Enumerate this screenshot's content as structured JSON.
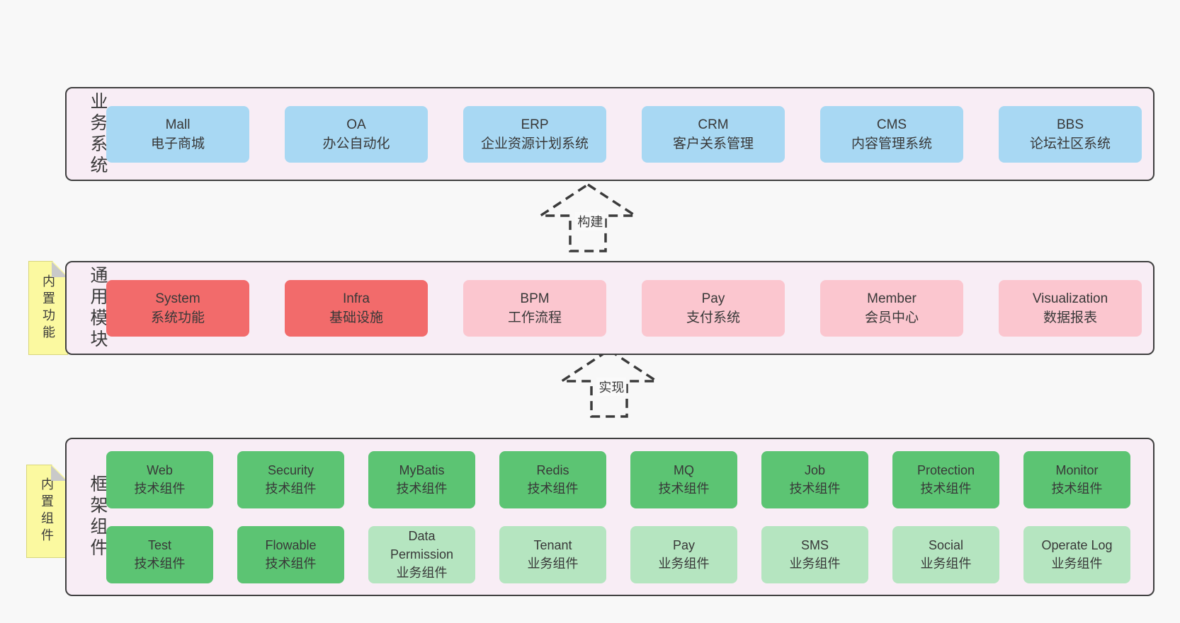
{
  "diagram": {
    "layers": [
      {
        "name": "业务系统",
        "boxes": [
          {
            "en": "Mall",
            "zh": "电子商城"
          },
          {
            "en": "OA",
            "zh": "办公自动化"
          },
          {
            "en": "ERP",
            "zh": "企业资源计划系统"
          },
          {
            "en": "CRM",
            "zh": "客户关系管理"
          },
          {
            "en": "CMS",
            "zh": "内容管理系统"
          },
          {
            "en": "BBS",
            "zh": "论坛社区系统"
          }
        ]
      },
      {
        "name": "通用模块",
        "sticky_note": "内置功能",
        "boxes": [
          {
            "en": "System",
            "zh": "系统功能"
          },
          {
            "en": "Infra",
            "zh": "基础设施"
          },
          {
            "en": "BPM",
            "zh": "工作流程"
          },
          {
            "en": "Pay",
            "zh": "支付系统"
          },
          {
            "en": "Member",
            "zh": "会员中心"
          },
          {
            "en": "Visualization",
            "zh": "数据报表"
          }
        ]
      },
      {
        "name": "框架组件",
        "sticky_note": "内置组件",
        "rows": [
          [
            {
              "en": "Web",
              "zh": "技术组件"
            },
            {
              "en": "Security",
              "zh": "技术组件"
            },
            {
              "en": "MyBatis",
              "zh": "技术组件"
            },
            {
              "en": "Redis",
              "zh": "技术组件"
            },
            {
              "en": "MQ",
              "zh": "技术组件"
            },
            {
              "en": "Job",
              "zh": "技术组件"
            },
            {
              "en": "Protection",
              "zh": "技术组件"
            },
            {
              "en": "Monitor",
              "zh": "技术组件"
            }
          ],
          [
            {
              "en": "Test",
              "zh": "技术组件"
            },
            {
              "en": "Flowable",
              "zh": "技术组件"
            },
            {
              "en": "Data\nPermission",
              "zh": "业务组件"
            },
            {
              "en": "Tenant",
              "zh": "业务组件"
            },
            {
              "en": "Pay",
              "zh": "业务组件"
            },
            {
              "en": "SMS",
              "zh": "业务组件"
            },
            {
              "en": "Social",
              "zh": "业务组件"
            },
            {
              "en": "Operate Log",
              "zh": "业务组件"
            }
          ]
        ]
      }
    ],
    "arrows": [
      {
        "label": "构建"
      },
      {
        "label": "实现"
      }
    ],
    "colors": {
      "page_background": "#f8f8f8",
      "layer_background": "#f8edf5",
      "outline": "#3f3f3f",
      "business_box": "#a8d8f3",
      "core_module_box": "#f26b6b",
      "optional_module_box": "#fbc6cf",
      "tech_component_box": "#5cc473",
      "biz_component_box": "#b5e5c0",
      "sticky_note": "#fbf9a0",
      "sticky_fold": "#c9c9c9"
    }
  }
}
